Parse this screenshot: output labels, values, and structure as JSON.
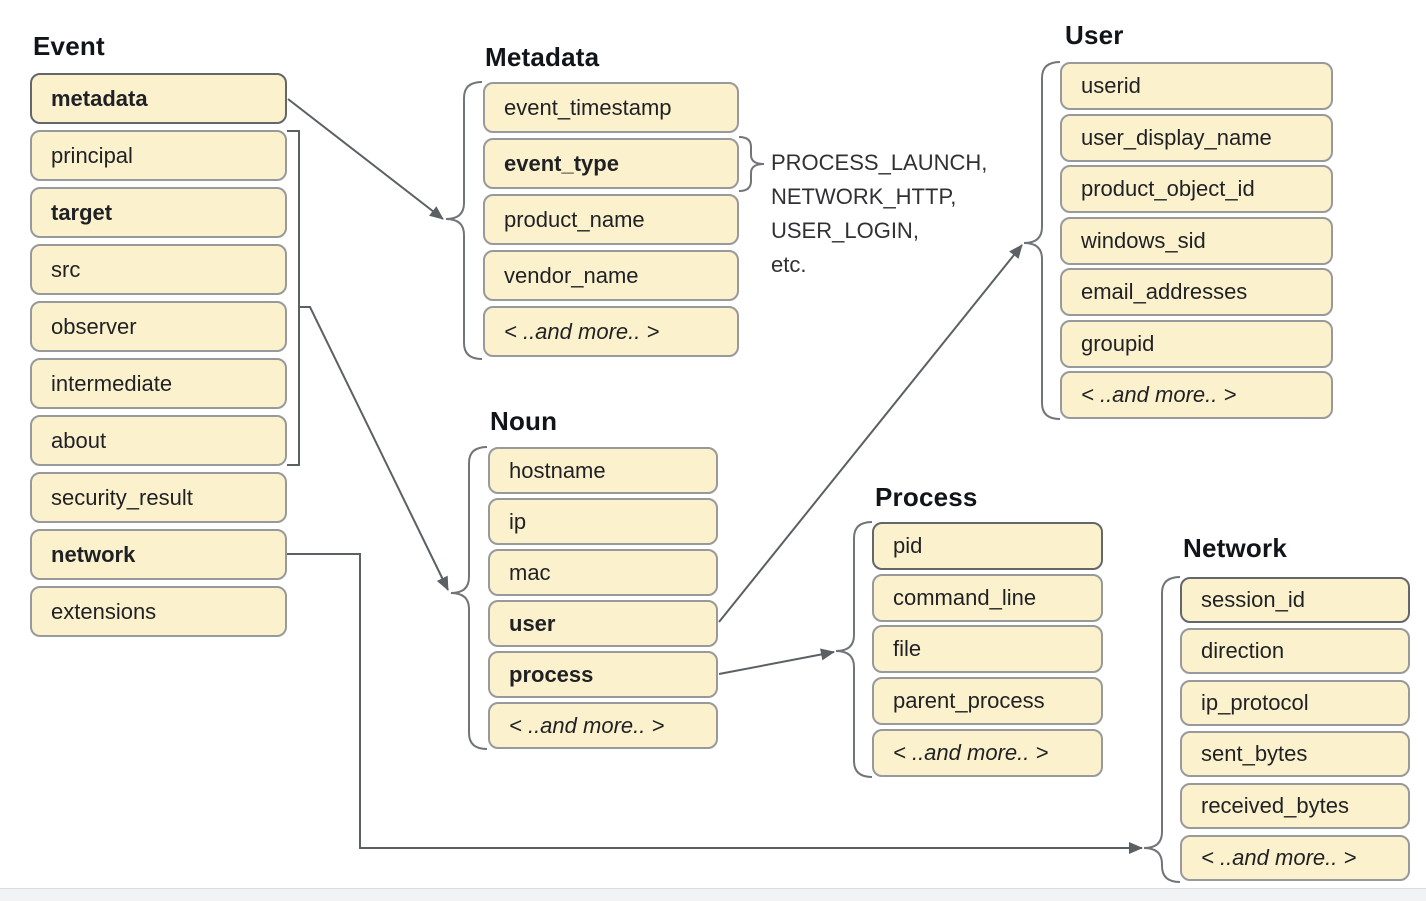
{
  "colors": {
    "box_fill": "#FCF1CD",
    "box_border": "#97999b",
    "box_border_dark": "#63676a",
    "connector": "#5b6064",
    "title_text": "#111418"
  },
  "groups": {
    "event": {
      "title": "Event",
      "items": [
        "metadata",
        "principal",
        "target",
        "src",
        "observer",
        "intermediate",
        "about",
        "security_result",
        "network",
        "extensions"
      ]
    },
    "metadata": {
      "title": "Metadata",
      "items": [
        "event_timestamp",
        "event_type",
        "product_name",
        "vendor_name",
        "< ..and more.. >"
      ]
    },
    "user": {
      "title": "User",
      "items": [
        "userid",
        "user_display_name",
        "product_object_id",
        "windows_sid",
        "email_addresses",
        "groupid",
        "< ..and more.. >"
      ]
    },
    "noun": {
      "title": "Noun",
      "items": [
        "hostname",
        "ip",
        "mac",
        "user",
        "process",
        "< ..and more.. >"
      ]
    },
    "process": {
      "title": "Process",
      "items": [
        "pid",
        "command_line",
        "file",
        "parent_process",
        "< ..and more.. >"
      ]
    },
    "network": {
      "title": "Network",
      "items": [
        "session_id",
        "direction",
        "ip_protocol",
        "sent_bytes",
        "received_bytes",
        "< ..and more.. >"
      ]
    }
  },
  "annotations": {
    "event_type_examples": "PROCESS_LAUNCH,\nNETWORK_HTTP,\nUSER_LOGIN,\netc."
  }
}
